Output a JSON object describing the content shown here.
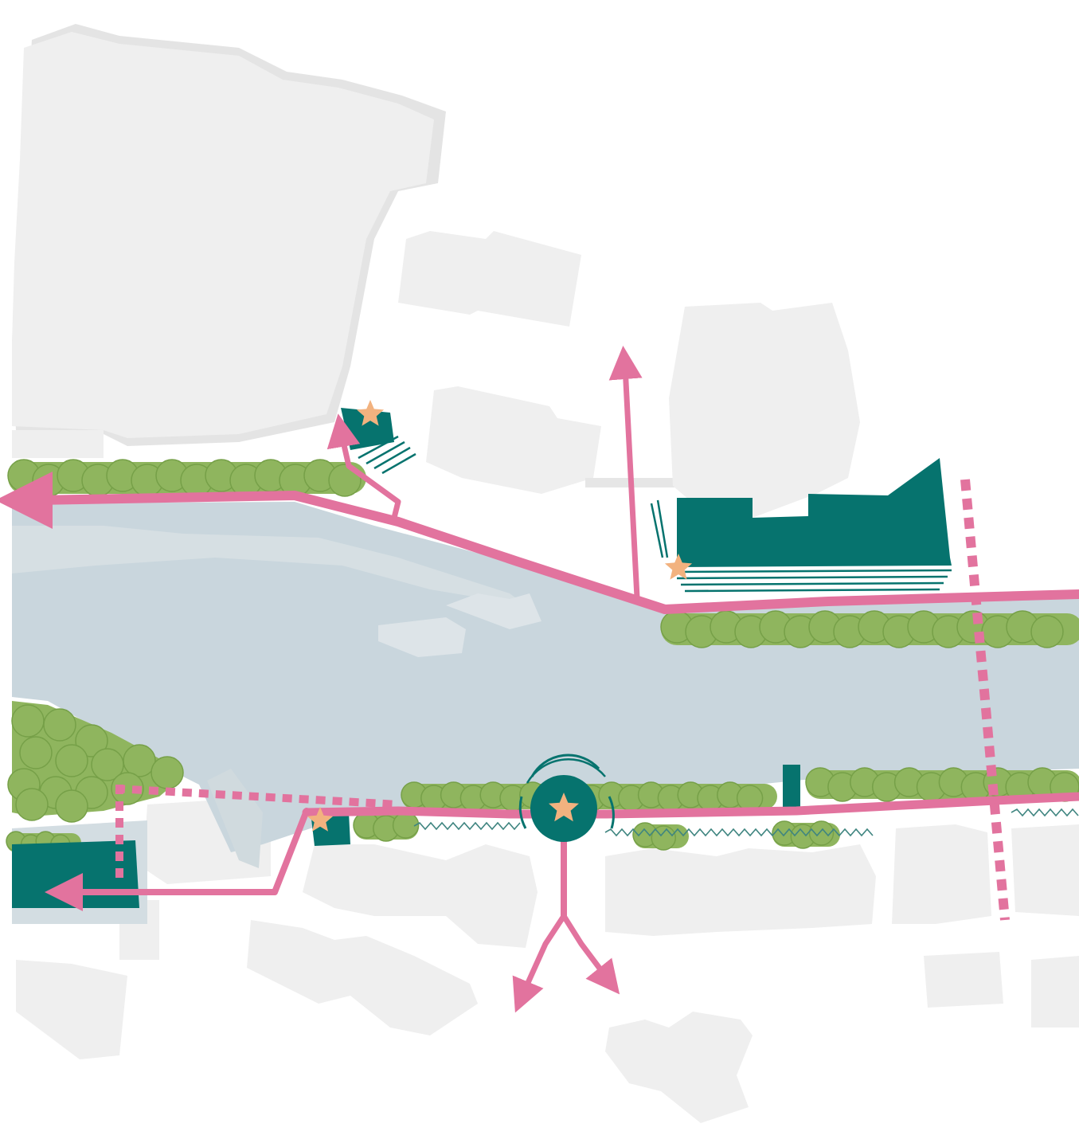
{
  "map": {
    "labels": [],
    "colors": {
      "background": "#ffffff",
      "building": "#eeeeee",
      "building_shadow": "#e1e1e1",
      "water": "#c9d6dd",
      "water_light": "#d3dde2",
      "vegetation": "#8fb55e",
      "vegetation_stroke": "#76a048",
      "path": "#e2739e",
      "public_space": "#06736e",
      "point_of_interest": "#f2b27f",
      "river_edge": "#3f8580"
    },
    "icons": {
      "point_of_interest": "star-icon",
      "viewpoint": "circular-viewpoint-icon",
      "route_direction": "arrow-icon"
    },
    "layers": [
      "buildings",
      "water",
      "vegetation",
      "paths",
      "public-spaces",
      "points-of-interest"
    ]
  }
}
